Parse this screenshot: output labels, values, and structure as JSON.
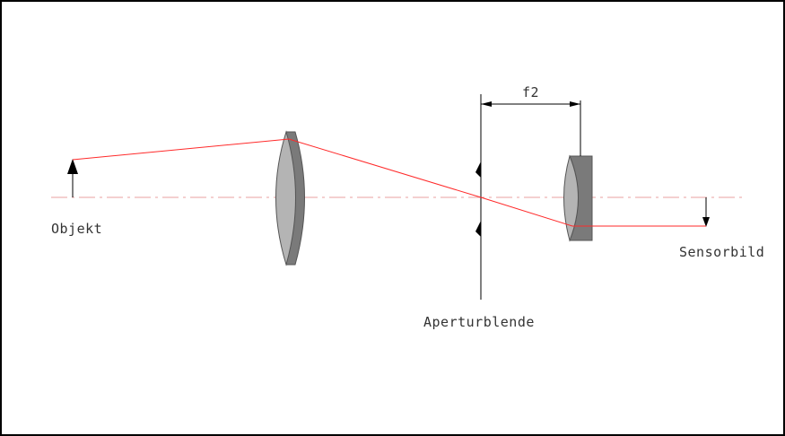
{
  "labels": {
    "object": "Objekt",
    "aperture": "Aperturblende",
    "sensor": "Sensorbild",
    "focal_length": "f2"
  },
  "colors": {
    "ray": "#ff2a2a",
    "optical_axis": "#e8a0a0",
    "lens_front": "#b4b4b4",
    "lens_back": "#7a7a7a",
    "line": "#000000",
    "frame": "#000000"
  }
}
